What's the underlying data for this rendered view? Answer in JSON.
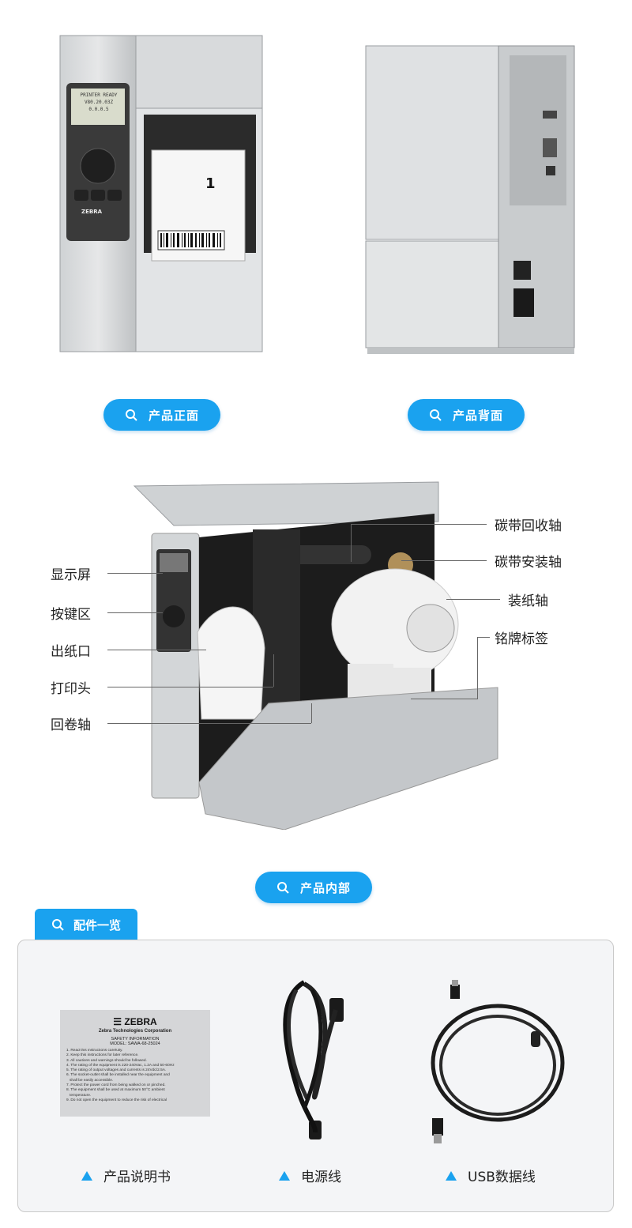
{
  "sections": {
    "front_label": "产品正面",
    "back_label": "产品背面",
    "inside_label": "产品内部",
    "accessories_tab": "配件一览"
  },
  "front_screen": {
    "line1": "PRINTER READY",
    "line2": "V80.20.03Z",
    "line3": "0.0.0.5"
  },
  "front_brand": "ZEBRA",
  "callouts": {
    "left": [
      "显示屏",
      "按键区",
      "出纸口",
      "打印头",
      "回卷轴"
    ],
    "right": [
      "碳带回收轴",
      "碳带安装轴",
      "装纸轴",
      "铭牌标签"
    ]
  },
  "accessories": [
    {
      "label": "产品说明书"
    },
    {
      "label": "电源线"
    },
    {
      "label": "USB数据线"
    }
  ],
  "manual_card": {
    "brand": "ZEBRA",
    "corp": "Zebra Technologies Corporation",
    "title1": "SAFETY INFORMATION",
    "title2": "MODEL: SAWA-68-25024",
    "lines": [
      "1. Read this instructions carefully.",
      "2. Keep this instructions for later reference.",
      "3. All cautions and warnings should be followed.",
      "4. The rating of the equipment is 220-240Vac, 1.2A and 50-60Hz",
      "5. The rating of output voltages and currents is 24Vdc/2.5A.",
      "6. The socket-outlet shall be installed near the equipment and",
      "   shall be easily accessible.",
      "7. Protect the power cord from being walked on or pinched.",
      "8. The equipment shall be used at maximum 50°C ambient",
      "   temperature.",
      "9. Do not open the equipment to reduce the risk of electrical"
    ]
  },
  "colors": {
    "accent": "#1aa2ef"
  }
}
